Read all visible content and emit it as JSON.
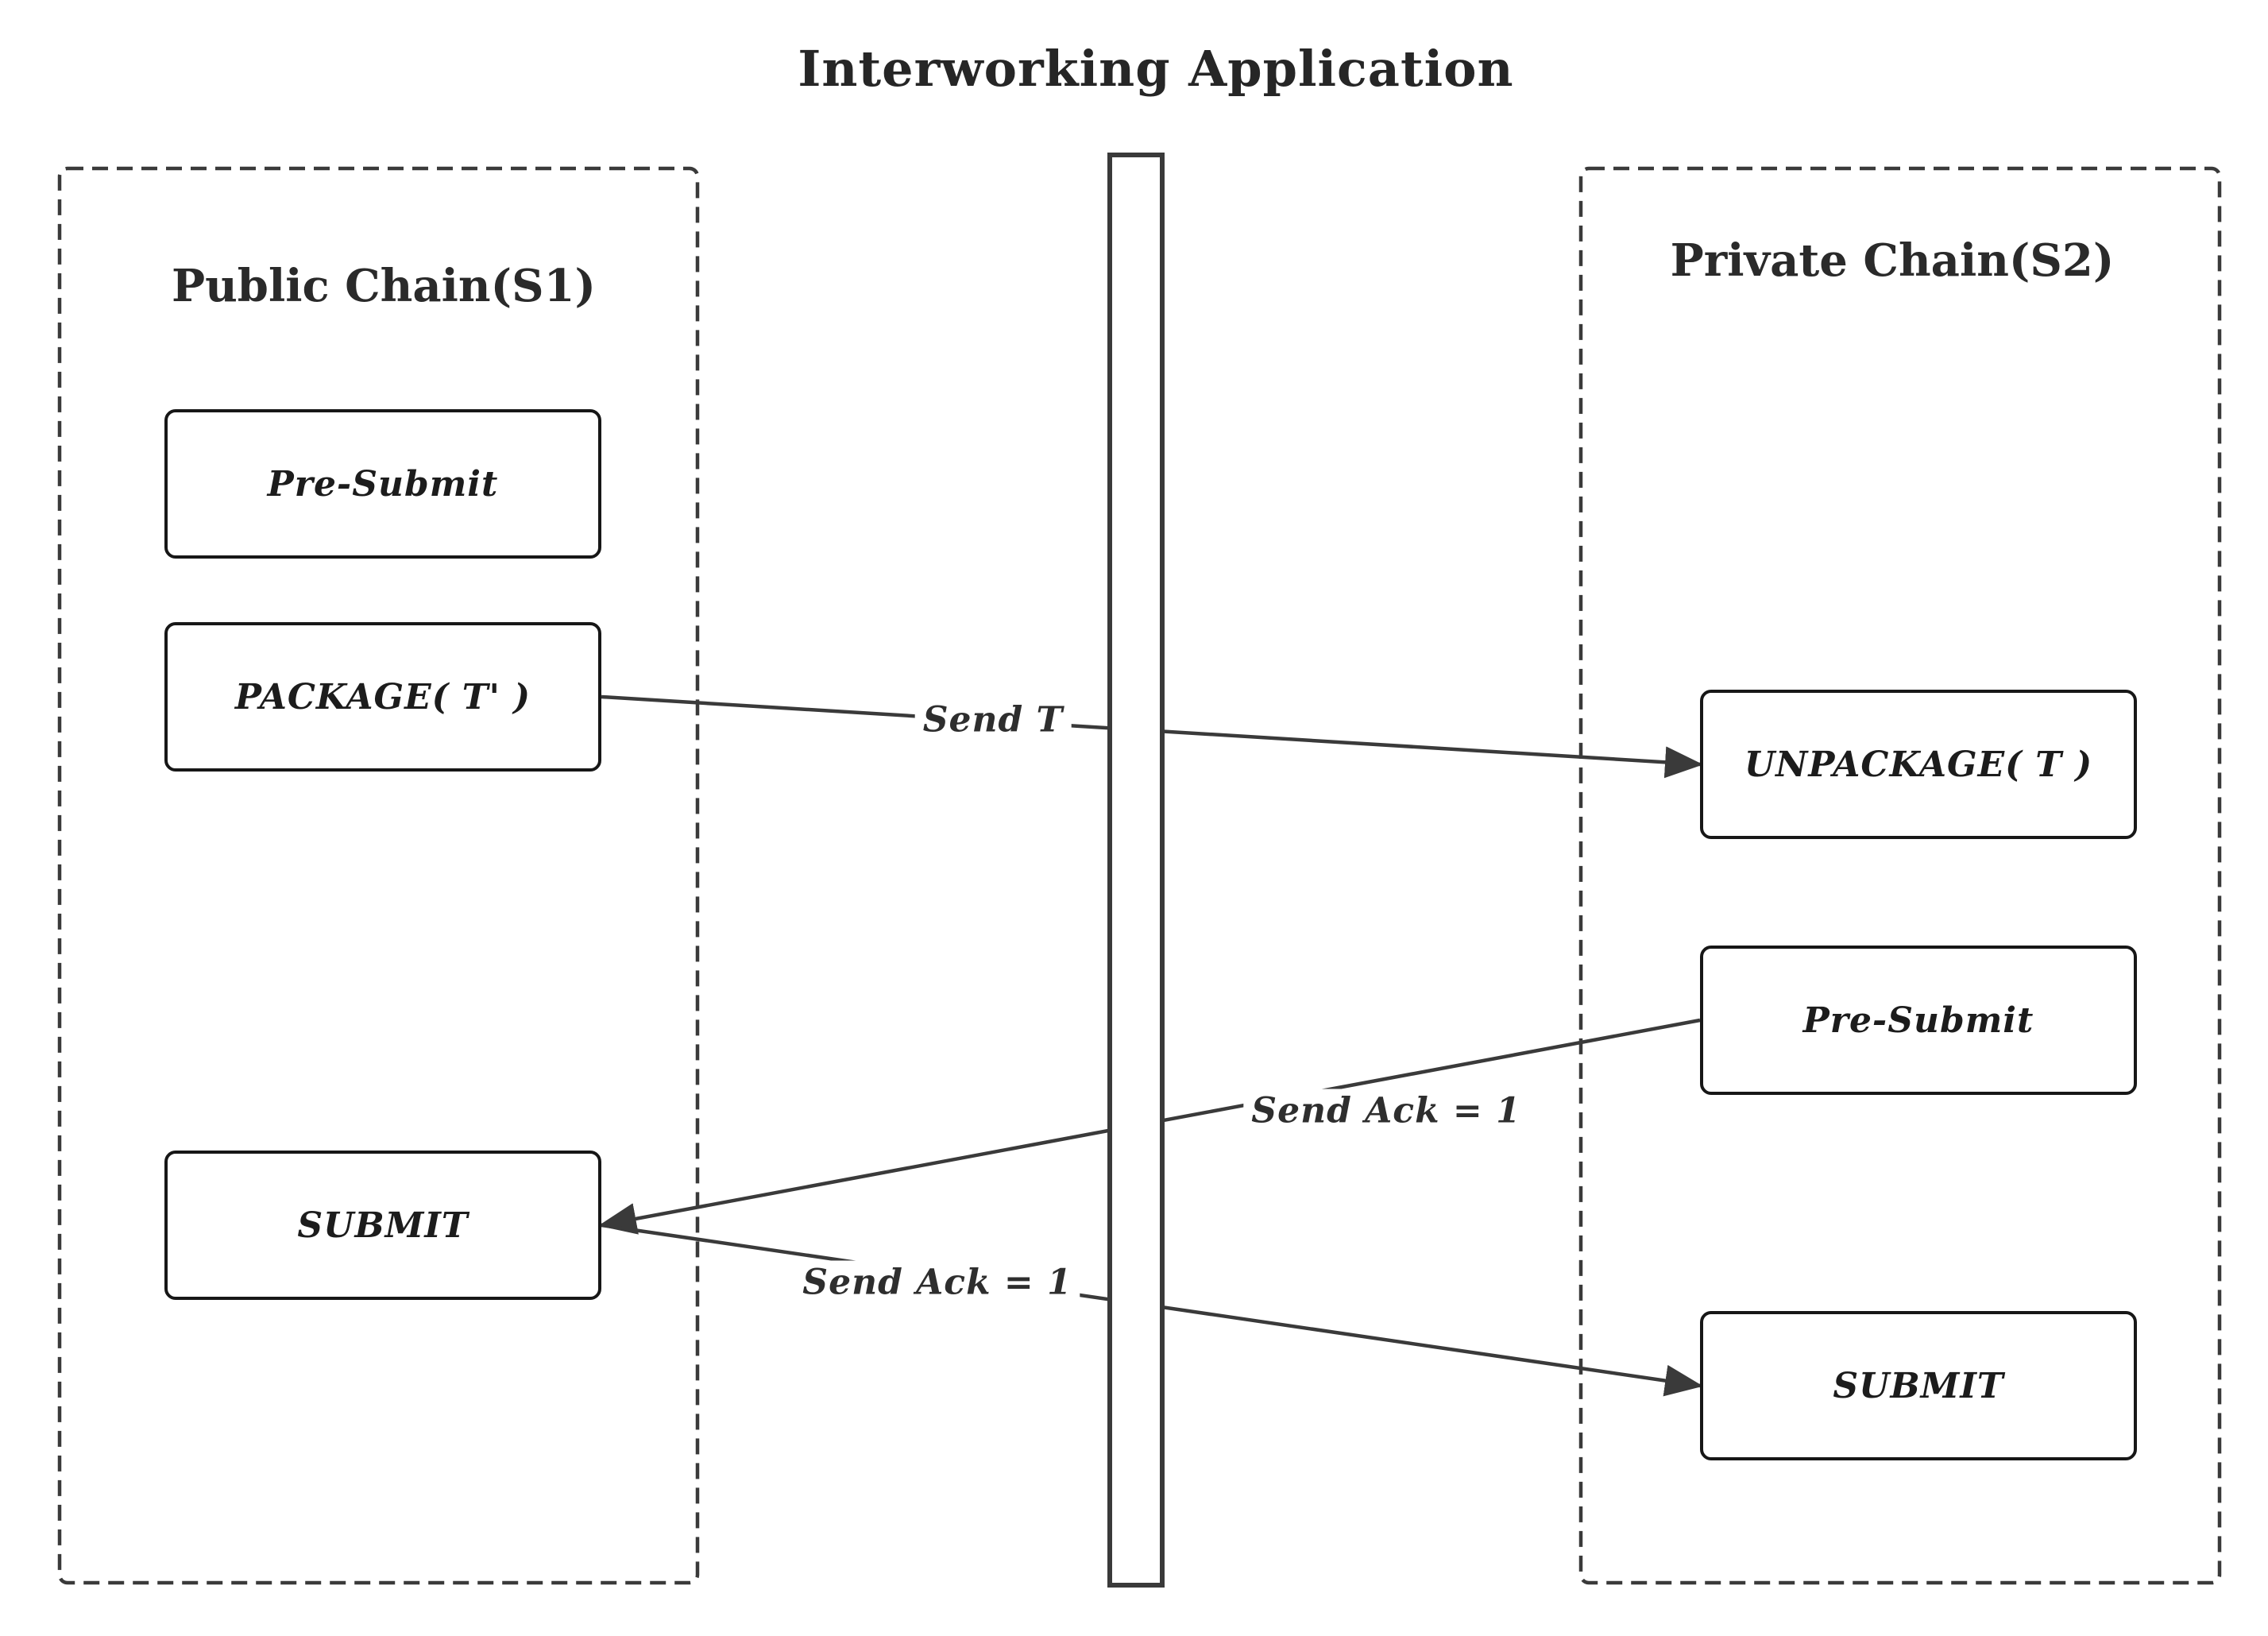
{
  "title": "Interworking Application",
  "colors": {
    "ink": "#1c1c1c",
    "line": "#3a3a3a",
    "box_border": "#171717",
    "background": "#ffffff"
  },
  "public_chain": {
    "label": "Public Chain(S1)",
    "nodes": [
      {
        "label": "Pre-Submit"
      },
      {
        "label": "PACKAGE( T' )"
      },
      {
        "label": "SUBMIT"
      }
    ]
  },
  "private_chain": {
    "label": "Private Chain(S2)",
    "nodes": [
      {
        "label": "UNPACKAGE( T )"
      },
      {
        "label": "Pre-Submit"
      },
      {
        "label": "SUBMIT"
      }
    ]
  },
  "messages": [
    {
      "label": "Send T"
    },
    {
      "label": "Send Ack = 1"
    },
    {
      "label": "Send Ack = 1"
    }
  ]
}
